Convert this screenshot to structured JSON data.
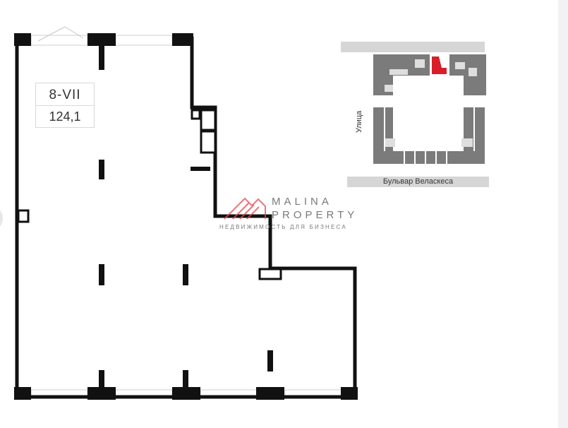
{
  "unit": {
    "code": "8-VII",
    "area": "124,1"
  },
  "site_map": {
    "street_vertical": "Улица",
    "street_horizontal": "Бульвар Веласкеса",
    "highlight_color": "#d81e2a"
  },
  "watermark": {
    "line1": "MALINA",
    "line2": "PROPERTY",
    "tagline": "НЕДВИЖИМОСТЬ ДЛЯ БИЗНЕСА",
    "color": "#e8464e"
  }
}
